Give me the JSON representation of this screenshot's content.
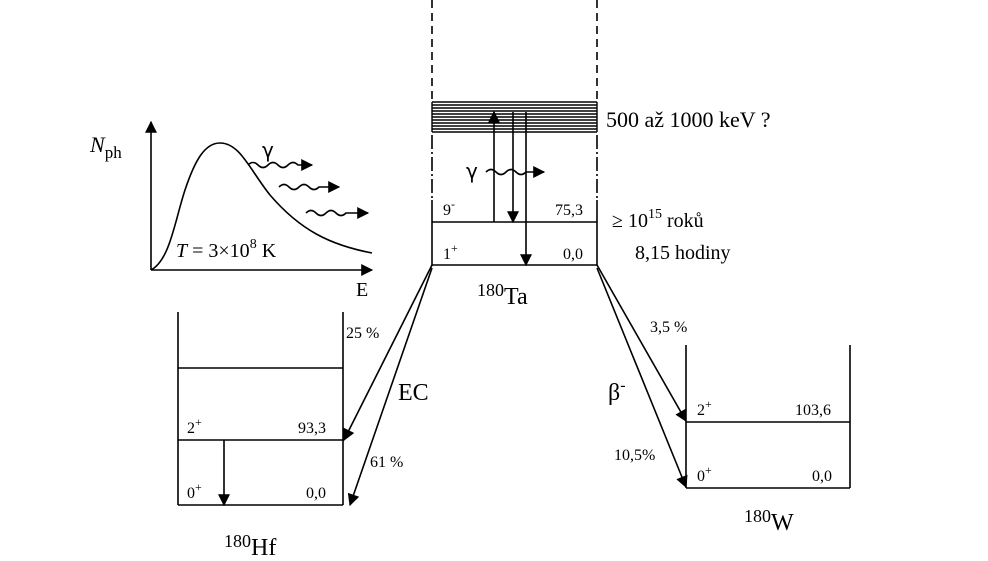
{
  "spectrum": {
    "y_label": "N",
    "y_label_sub": "ph",
    "x_label": "E",
    "gamma": "γ",
    "temperature_prefix": "T",
    "temperature_value": " = 3×10",
    "temperature_exp": "8",
    "temperature_unit": " K"
  },
  "ta": {
    "mass": "180",
    "symbol": "Ta",
    "band_label": "500 až 1000 keV ?",
    "gamma": "γ",
    "isomer": {
      "spin": "9",
      "parity": "-",
      "energy": "75,3",
      "halflife_prefix": "≥ 10",
      "halflife_exp": "15",
      "halflife_unit": " roků"
    },
    "ground": {
      "spin": "1",
      "parity": "+",
      "energy": "0,0",
      "halflife": "8,15 hodiny"
    }
  },
  "hf": {
    "mass": "180",
    "symbol": "Hf",
    "levels": [
      {
        "spin": "2",
        "parity": "+",
        "energy": "93,3"
      },
      {
        "spin": "0",
        "parity": "+",
        "energy": "0,0"
      }
    ],
    "decay_label": "EC",
    "branch_top": "25 %",
    "branch_ground": "61 %"
  },
  "w": {
    "mass": "180",
    "symbol": "W",
    "levels": [
      {
        "spin": "2",
        "parity": "+",
        "energy": "103,6"
      },
      {
        "spin": "0",
        "parity": "+",
        "energy": "0,0"
      }
    ],
    "decay_label": "β",
    "decay_sup": "-",
    "branch_top": "3,5 %",
    "branch_ground": "10,5%"
  }
}
